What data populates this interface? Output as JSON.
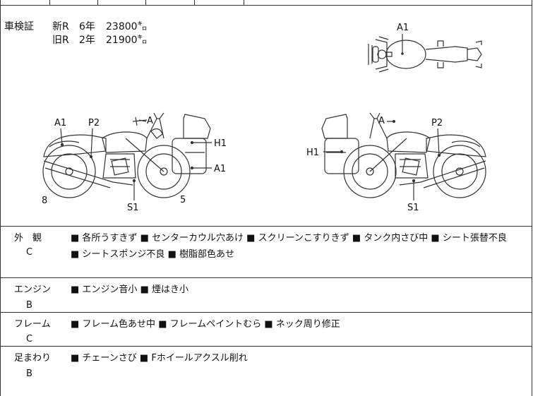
{
  "inspection": {
    "label": "車検証",
    "lines": [
      {
        "type": "新R",
        "years": "6年",
        "price": "23800㌔"
      },
      {
        "type": "旧R",
        "years": "2年",
        "price": "21900㌔"
      }
    ]
  },
  "diagram_labels": {
    "top_a1": "A1",
    "left_a1": "A1",
    "left_p2": "P2",
    "left_a": "A",
    "left_h1": "H1",
    "left_a1_bag": "A1",
    "left_8": "8",
    "left_s1": "S1",
    "left_5": "5",
    "right_a": "A",
    "right_p2": "P2",
    "right_h1": "H1",
    "right_s1": "S1"
  },
  "conditions": [
    {
      "category": "外　観",
      "grade": "C",
      "items": [
        "各所うすきず",
        "センターカウル穴あけ",
        "スクリーンこすりきず",
        "タンク内さび中",
        "シート張替不良",
        "シートスポンジ不良",
        "樹脂部色あせ"
      ]
    },
    {
      "category": "エンジン",
      "grade": "B",
      "items": [
        "エンジン音小",
        "煙はき小"
      ]
    },
    {
      "category": "フレーム",
      "grade": "C",
      "items": [
        "フレーム色あせ中",
        "フレームペイントむら",
        "ネック周り修正"
      ]
    },
    {
      "category": "足まわり",
      "grade": "B",
      "items": [
        "チェーンさび",
        "Fホイールアクスル削れ"
      ]
    }
  ],
  "bullet": "■"
}
